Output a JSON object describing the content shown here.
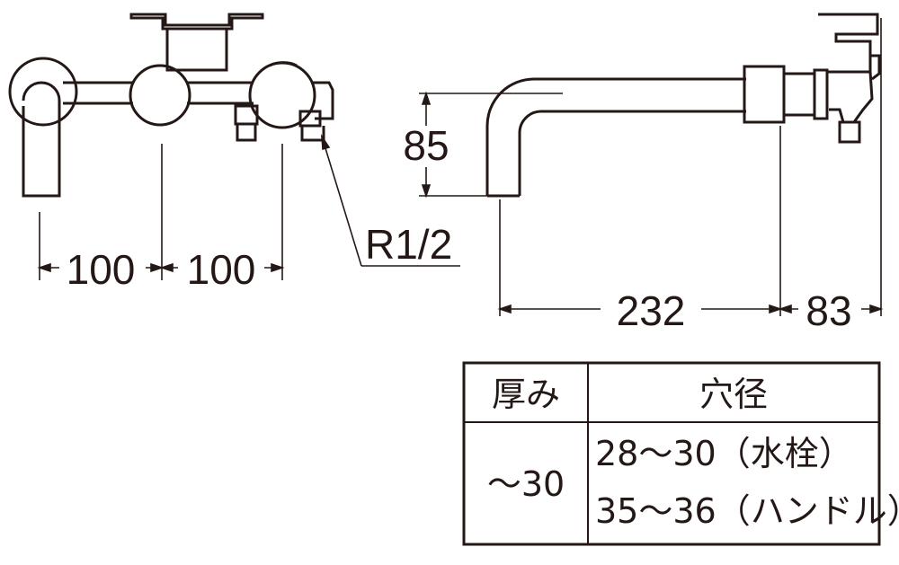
{
  "dimensions": {
    "left_span_1": "100",
    "left_span_2": "100",
    "thread": "R1/2",
    "spout_height": "85",
    "spout_reach": "232",
    "body_depth": "83"
  },
  "spec_table": {
    "header_thickness": "厚み",
    "header_hole": "穴径",
    "thickness_value": "～30",
    "hole_rows": [
      "28～30（水栓）",
      "35～36（ハンドル）"
    ]
  },
  "colors": {
    "line": "#231815",
    "background": "#ffffff"
  }
}
